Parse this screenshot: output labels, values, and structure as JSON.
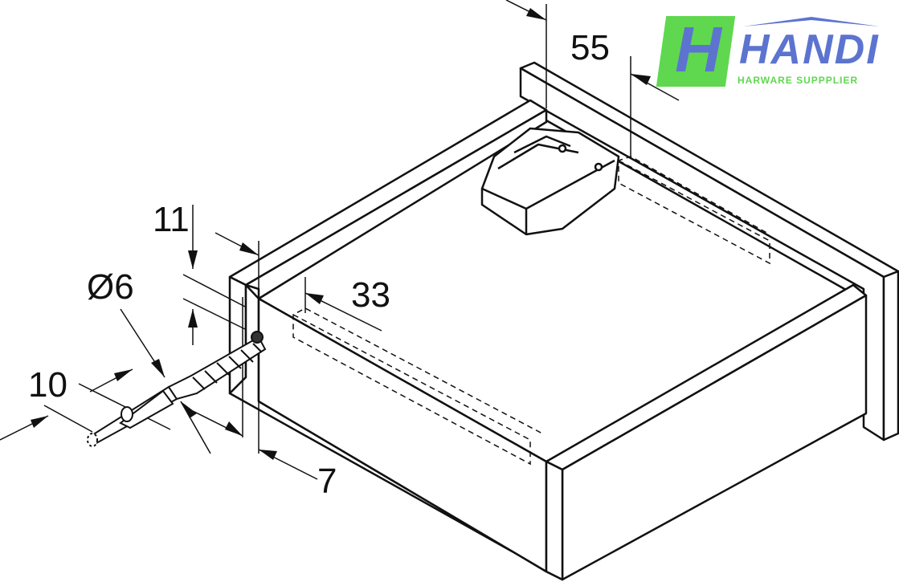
{
  "dimensions": {
    "d55": "55",
    "d11": "11",
    "d6": "Ø6",
    "d33": "33",
    "d10": "10",
    "d7": "7"
  },
  "logo": {
    "mark": "H",
    "brand": "HANDI",
    "tagline": "HARWARE SUPPPLIER",
    "colors": {
      "green": "#5fd84f",
      "blue": "#5c74cf"
    }
  }
}
